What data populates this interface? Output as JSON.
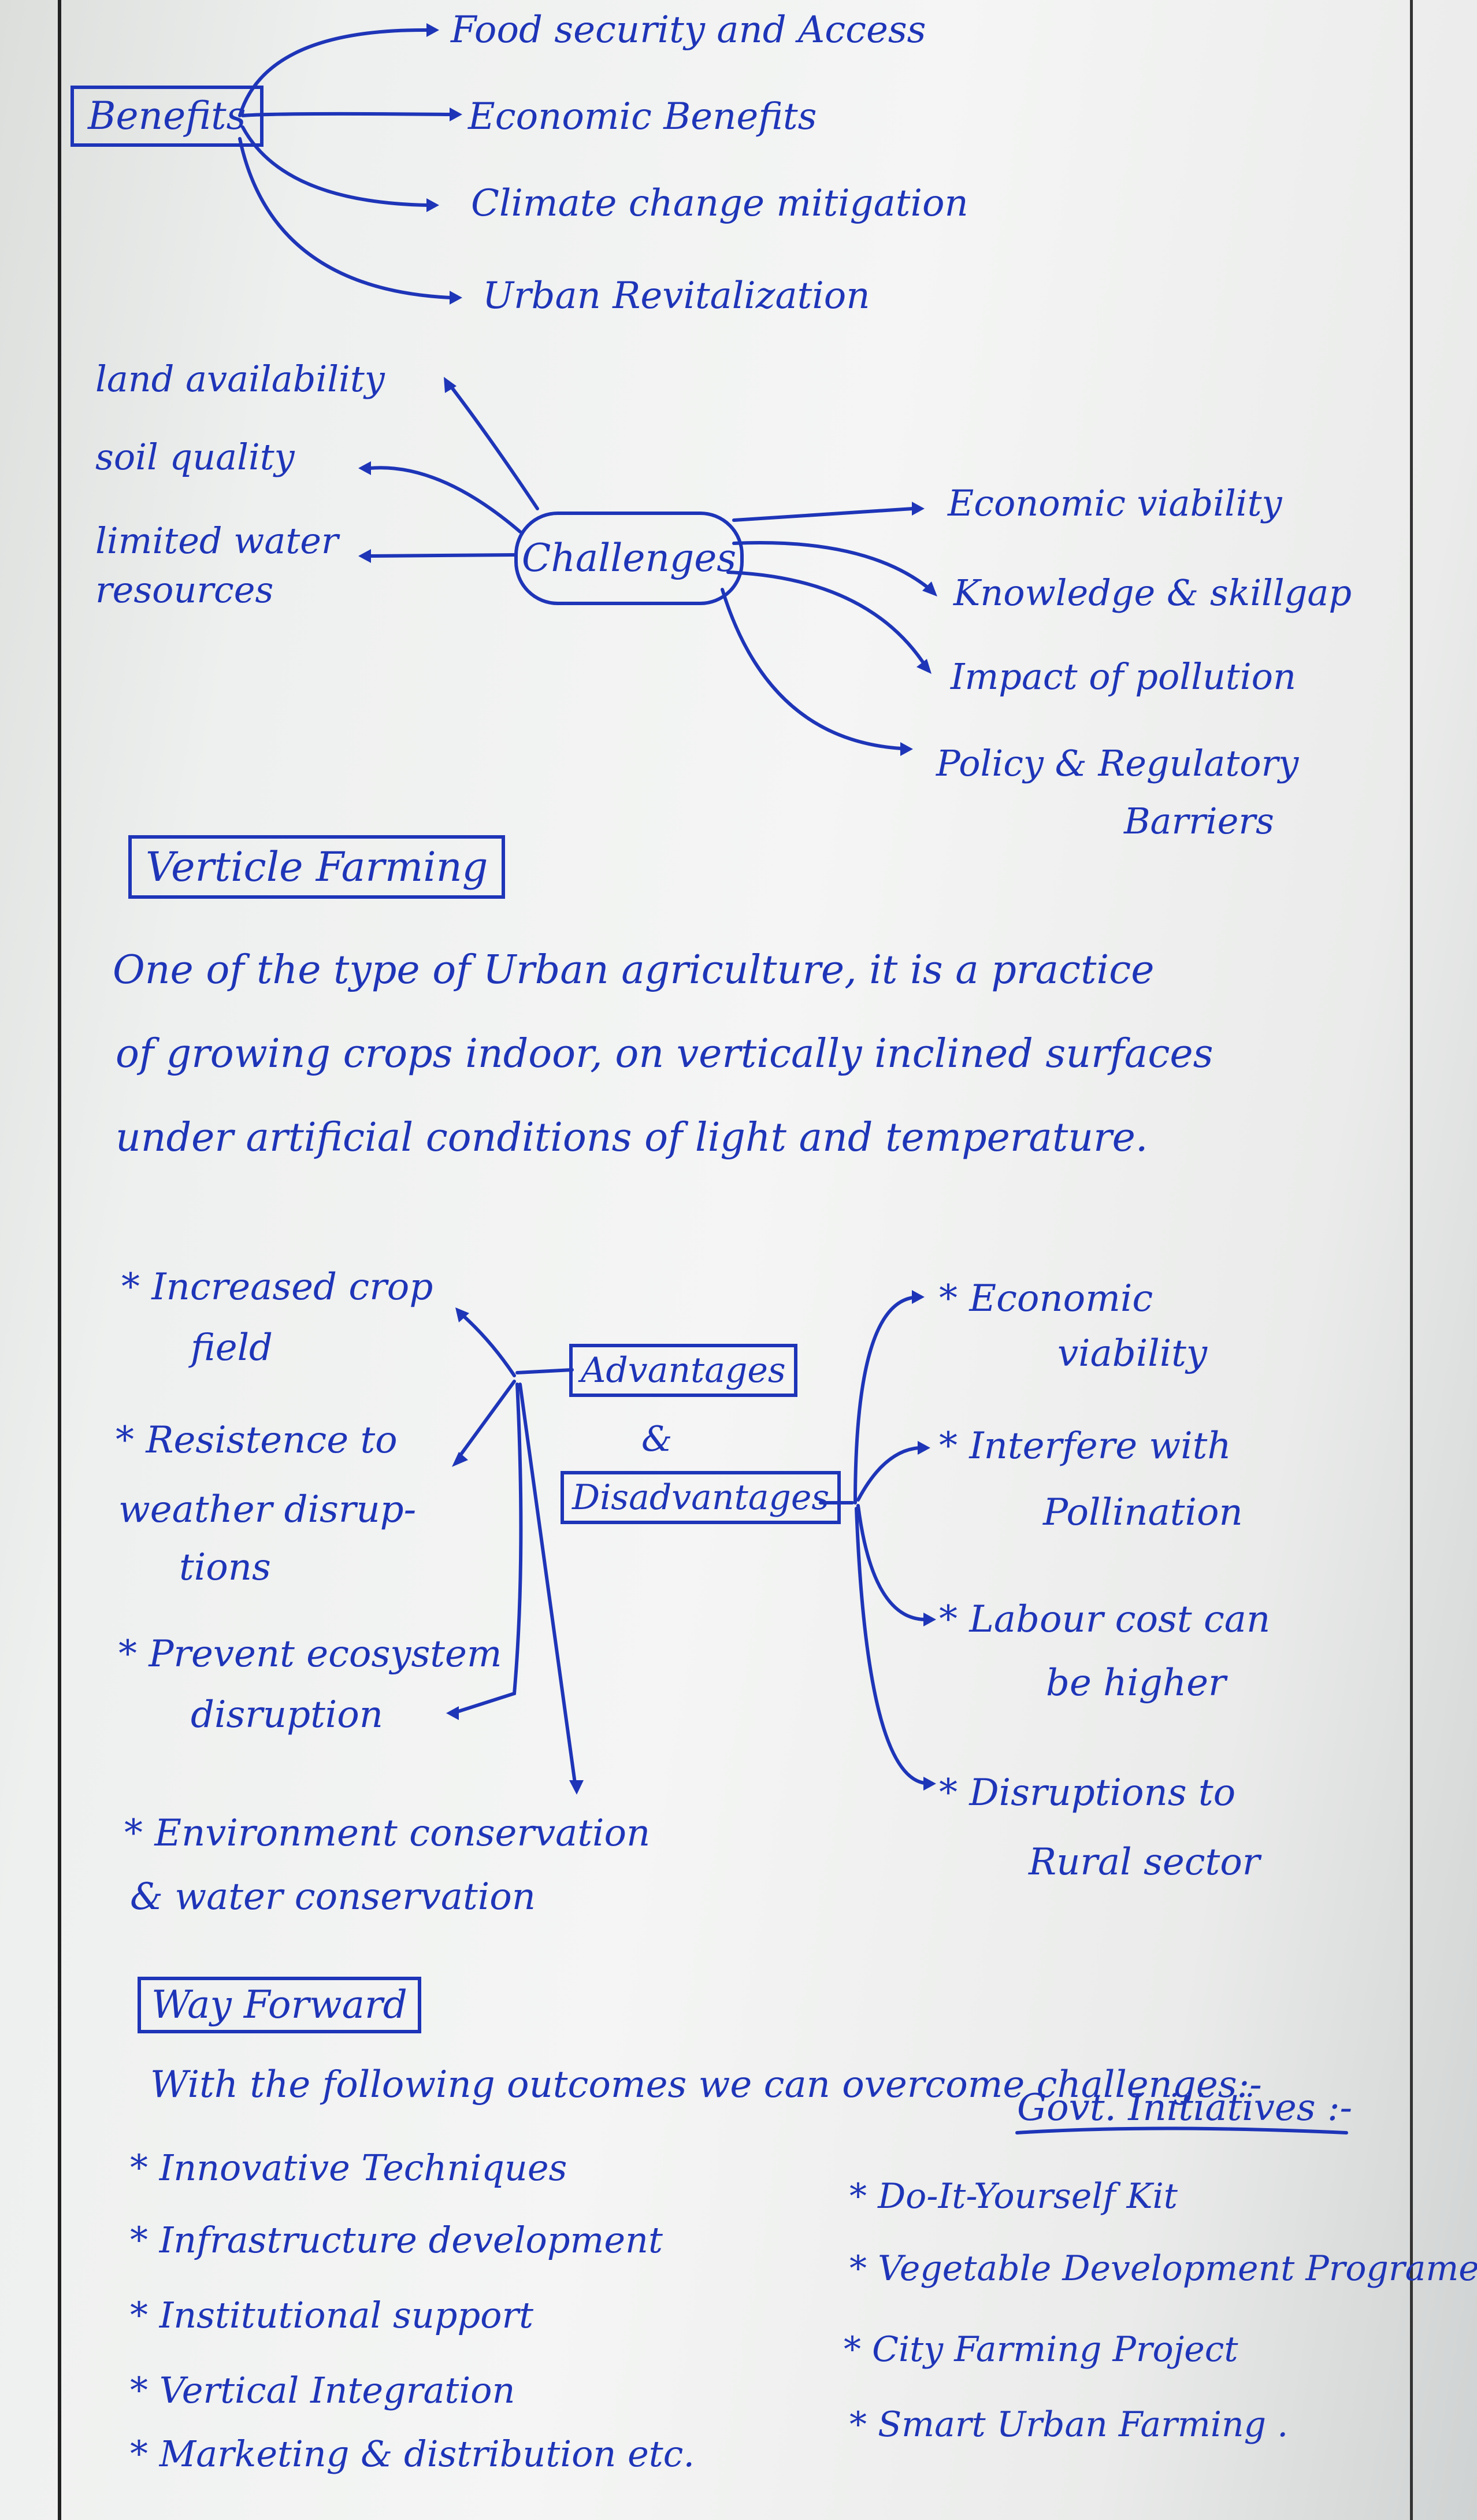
{
  "benefits": {
    "title": "Benefits",
    "items": [
      "Food security and Access",
      "Economic Benefits",
      "Climate change mitigation",
      "Urban Revitalization"
    ]
  },
  "challenges": {
    "title": "Challenges",
    "left": [
      "land availability",
      "soil quality",
      "limited water",
      "resources"
    ],
    "right": [
      "Economic viability",
      "Knowledge & skillgap",
      "Impact of pollution",
      "Policy & Regulatory",
      "Barriers"
    ]
  },
  "vertical_farming": {
    "title": "Verticle Farming",
    "lines": [
      "One of the type of Urban agriculture, it is a practice",
      "of growing crops indoor, on vertically inclined surfaces",
      "under artificial conditions of light and temperature."
    ]
  },
  "adv_disadv": {
    "title_top": "Advantages",
    "amp": "&",
    "title_bottom": "Disadvantages",
    "advantages": [
      [
        "* Increased crop",
        "field"
      ],
      [
        "* Resistence to",
        "weather disrup-",
        "tions"
      ],
      [
        "* Prevent ecosystem",
        "disruption"
      ],
      [
        "* Environment conservation",
        "& water conservation"
      ]
    ],
    "disadvantages": [
      [
        "* Economic",
        "viability"
      ],
      [
        "* Interfere with",
        "Pollination"
      ],
      [
        "* Labour cost can",
        "be higher"
      ],
      [
        "* Disruptions to",
        "Rural sector"
      ]
    ]
  },
  "way_forward": {
    "title": "Way Forward",
    "intro": "With the following outcomes we can overcome challenges:-",
    "outcomes": [
      "* Innovative Techniques",
      "* Infrastructure development",
      "* Institutional support",
      "* Vertical Integration",
      "* Marketing & distribution etc."
    ],
    "govt_title": "Govt. Initiatives :-",
    "govt_items": [
      "* Do-It-Yourself Kit",
      "* Vegetable Development Programe",
      "* City Farming Project",
      "* Smart Urban Farming ."
    ]
  }
}
